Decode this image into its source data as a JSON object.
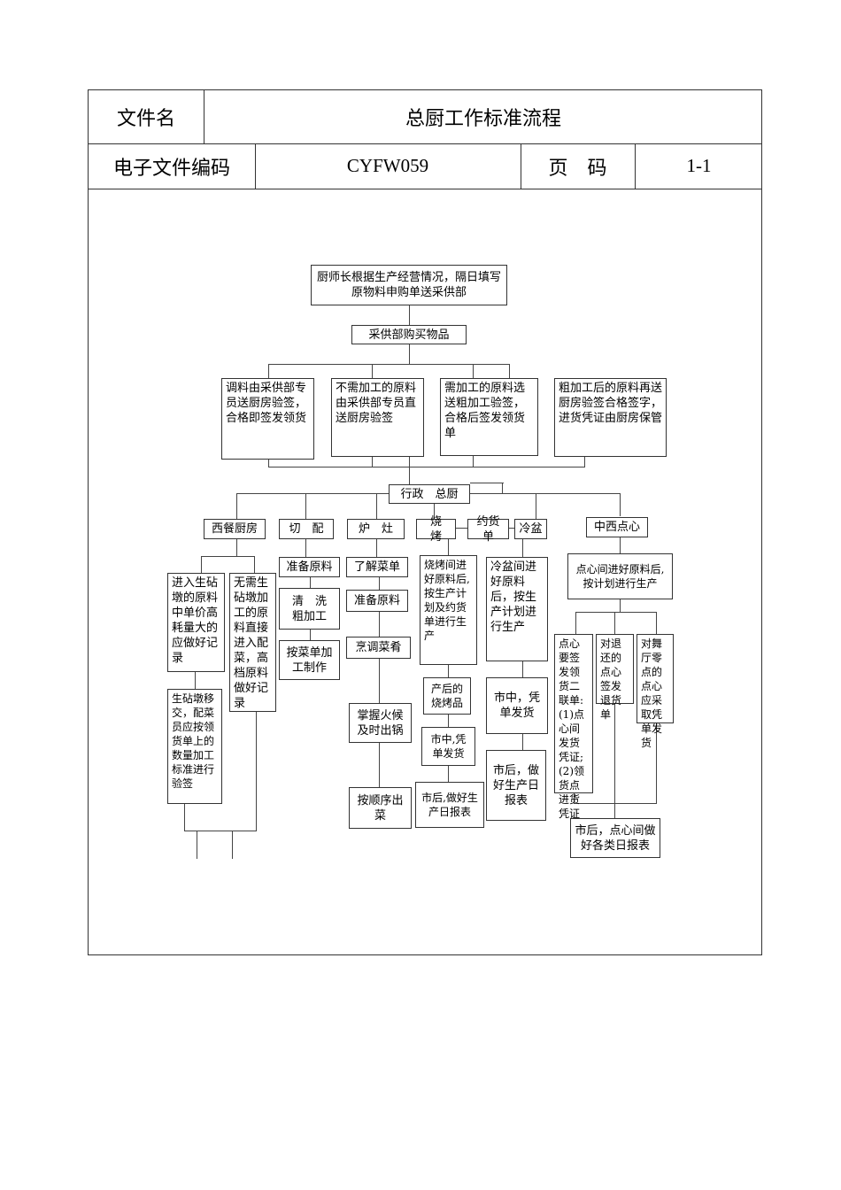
{
  "header": {
    "file_name_label": "文件名",
    "file_name_value": "总厨工作标准流程",
    "code_label": "电子文件编码",
    "code_value": "CYFW059",
    "page_label": "页　码",
    "page_value": "1-1"
  },
  "flow": {
    "n_start": "厨师长根据生产经营情况，隔日填写原物料申购单送采供部",
    "n_purchase": "采供部购买物品",
    "n_b1": "调料由采供部专员送厨房验签，合格即签发领货",
    "n_b2": "不需加工的原料由采供部专员直送厨房验签",
    "n_b3": "需加工的原料选送粗加工验签，合格后签发领货单",
    "n_b4": "粗加工后的原料再送厨房验签合格签字，进货凭证由厨房保管",
    "n_admin": "行政　总厨",
    "d_western": "西餐厨房",
    "d_cut": "切　配",
    "d_stove": "炉　灶",
    "d_roast": "烧　烤",
    "d_order": "约货单",
    "d_cold": "冷盆",
    "d_pastry": "中西点心",
    "w1": "进入生砧墩的原料中单价高耗量大的应做好记录",
    "w2": "无需生砧墩加工的原料直接进入配菜，高档原料做好记录",
    "w3": "生砧墩移交，配菜员应按领货单上的数量加工标准进行验签",
    "c1": "准备原料",
    "c2": "清　洗\n粗加工",
    "c3": "按菜单加工制作",
    "s1": "了解菜单",
    "s2": "准备原料",
    "s3": "烹调菜肴",
    "s4": "掌握火候及时出锅",
    "s5": "按顺序出　菜",
    "r1": "烧烤间进好原料后,按生产计划及约货单进行生产",
    "r2": "产后的烧烤品",
    "r3": "市中,凭单发货",
    "r4": "市后,做好生产日报表",
    "k1": "冷盆间进好原料后，按生产计划进行生产",
    "k2": "市中，凭单发货",
    "k3": "市后，做好生产日报表",
    "p1": "点心间进好原料后,按计划进行生产",
    "p2": "点心要签发领货二联单:(1)点心间发货凭证;(2)领货点进货凭证",
    "p3": "对退还的点心签发退货单",
    "p4": "对舞厅零点的点心应采取凭单发货",
    "p5": "市后，点心间做好各类日报表"
  }
}
